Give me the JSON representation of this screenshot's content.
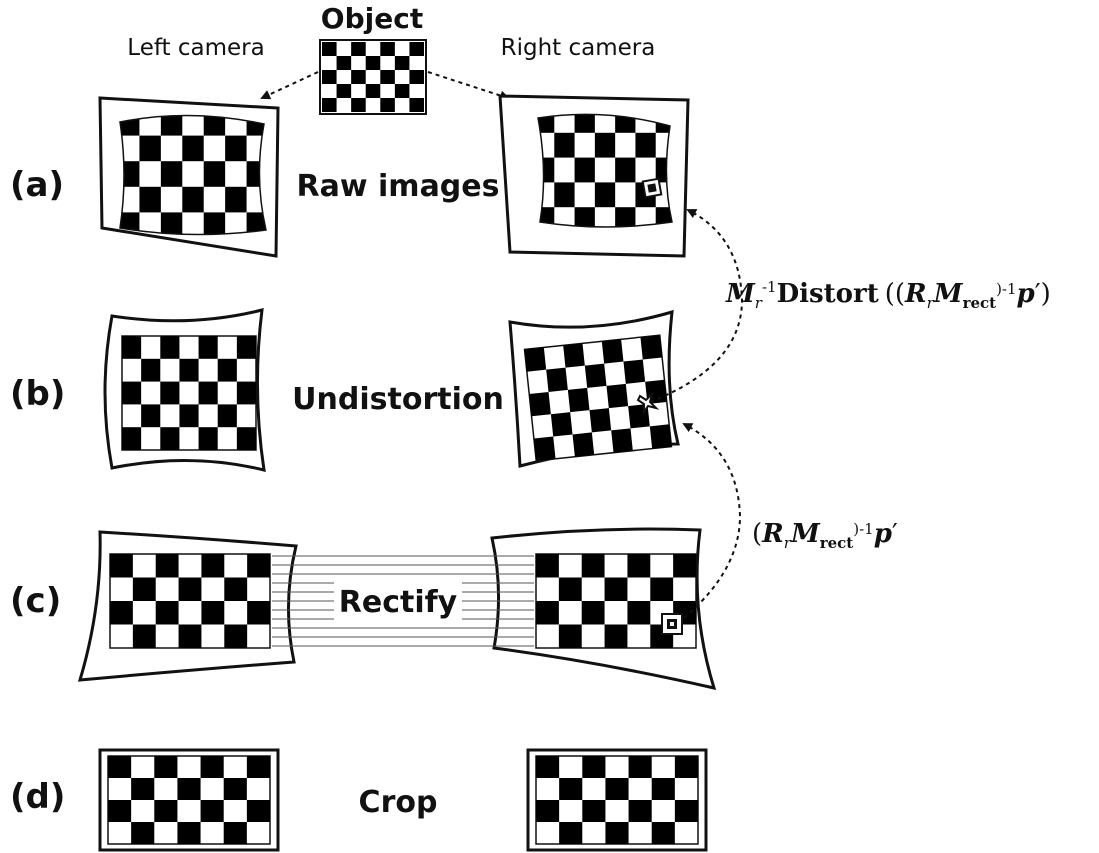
{
  "labels": {
    "object": "Object",
    "left_camera": "Left camera",
    "right_camera": "Right camera"
  },
  "rows": {
    "a": {
      "tag": "(a)",
      "title": "Raw images"
    },
    "b": {
      "tag": "(b)",
      "title": "Undistortion"
    },
    "c": {
      "tag": "(c)",
      "title": "Rectify"
    },
    "d": {
      "tag": "(d)",
      "title": "Crop"
    }
  },
  "equations": {
    "distort": {
      "M": "M",
      "r": "r",
      "inv1": "-1",
      "op": "Distort",
      "open": "((",
      "R": "R",
      "r2": "r",
      "M2": "M",
      "rect": "rect",
      "close_inv": ")-1",
      "p": "p",
      "end": "′)"
    },
    "inverse": {
      "open": "(",
      "R": "R",
      "r": "r",
      "M": "M",
      "rect": "rect",
      "close_inv": ")-1",
      "p": "p",
      "prime": "′"
    }
  },
  "colors": {
    "ink": "#111111",
    "paper": "#ffffff",
    "cell_dark": "#000000"
  }
}
